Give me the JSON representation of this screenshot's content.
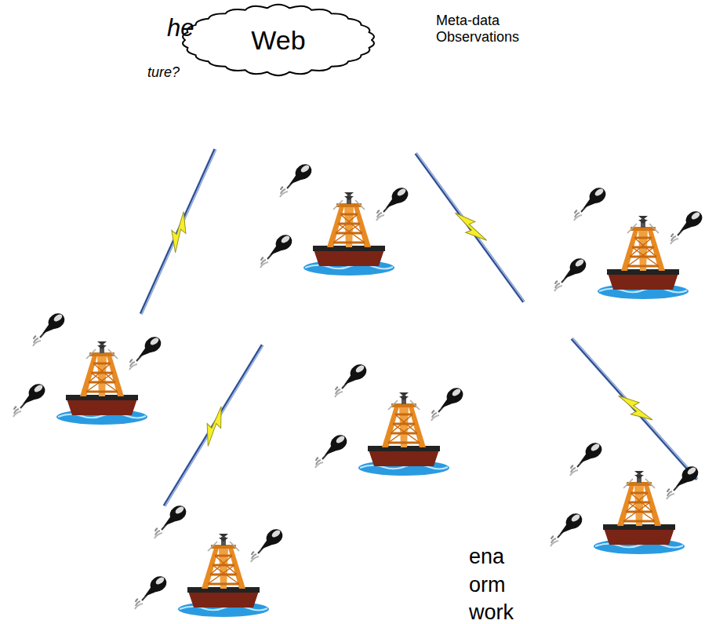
{
  "diagram": {
    "nodes": [
      {
        "text": [
          "Web"
        ]
      }
    ],
    "labels": [
      "Meta-data Observations",
      "he",
      "ture?",
      "ena",
      "orm",
      "work"
    ]
  }
}
